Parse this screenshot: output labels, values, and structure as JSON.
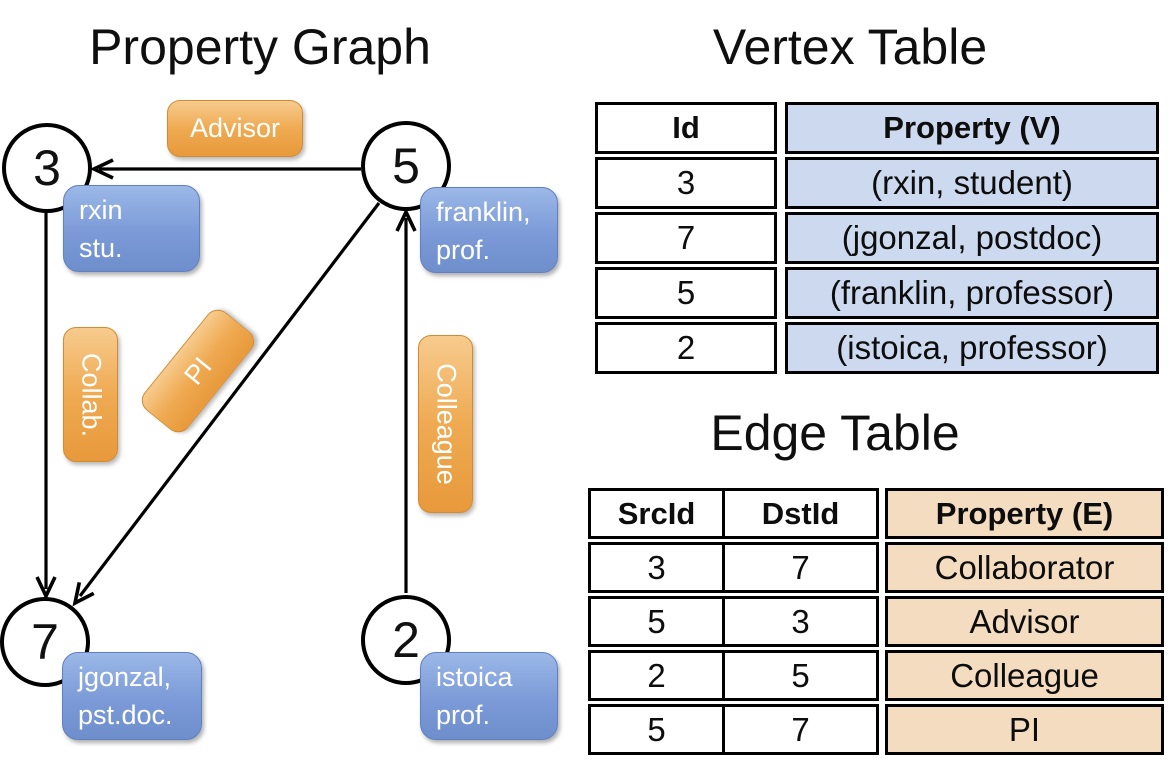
{
  "graph": {
    "title": "Property Graph",
    "nodes": [
      {
        "id": "3",
        "property_line1": "rxin",
        "property_line2": "stu."
      },
      {
        "id": "5",
        "property_line1": "franklin,",
        "property_line2": "prof."
      },
      {
        "id": "7",
        "property_line1": "jgonzal,",
        "property_line2": "pst.doc."
      },
      {
        "id": "2",
        "property_line1": "istoica",
        "property_line2": "prof."
      }
    ],
    "edges": [
      {
        "label": "Advisor",
        "from": "5",
        "to": "3"
      },
      {
        "label": "Collab.",
        "from": "3",
        "to": "7"
      },
      {
        "label": "PI",
        "from": "5",
        "to": "7"
      },
      {
        "label": "Colleague",
        "from": "2",
        "to": "5"
      }
    ]
  },
  "vertex_table": {
    "title": "Vertex Table",
    "columns": [
      "Id",
      "Property (V)"
    ],
    "rows": [
      [
        "3",
        "(rxin, student)"
      ],
      [
        "7",
        "(jgonzal, postdoc)"
      ],
      [
        "5",
        "(franklin, professor)"
      ],
      [
        "2",
        "(istoica, professor)"
      ]
    ]
  },
  "edge_table": {
    "title": "Edge Table",
    "columns": [
      "SrcId",
      "DstId",
      "Property (E)"
    ],
    "rows": [
      [
        "3",
        "7",
        "Collaborator"
      ],
      [
        "5",
        "3",
        "Advisor"
      ],
      [
        "2",
        "5",
        "Colleague"
      ],
      [
        "5",
        "7",
        "PI"
      ]
    ]
  },
  "colors": {
    "edge_label_orange": "#EFA64A",
    "node_property_blue": "#7E9CD6",
    "vertex_table_fill": "#CDD9EE",
    "edge_table_fill": "#F4DCC0",
    "line_color": "#000000"
  }
}
